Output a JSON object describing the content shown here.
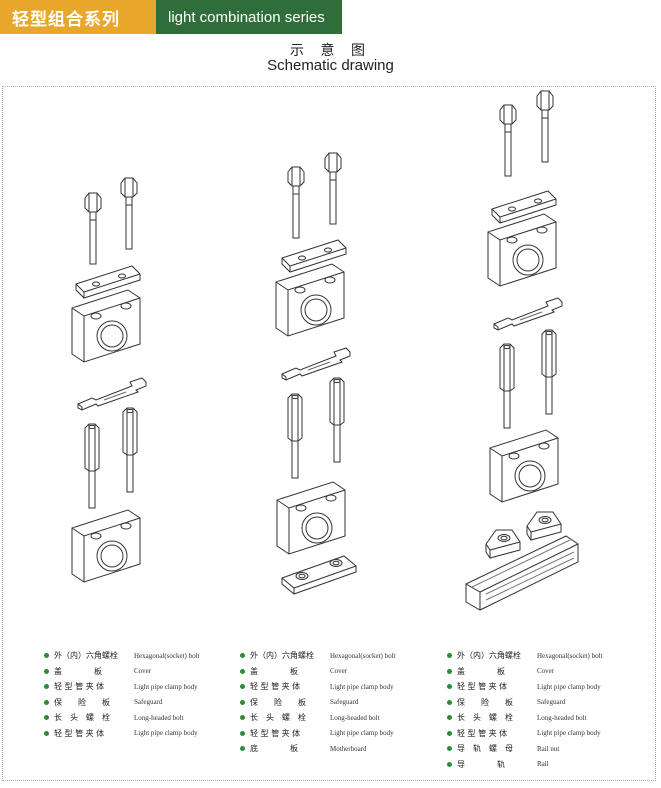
{
  "header": {
    "title_cn": "轻型组合系列",
    "title_en": "light combination series"
  },
  "diagram_title": {
    "cn": "示 意 图",
    "en": "Schematic drawing"
  },
  "colors": {
    "header_orange": "#e8a62a",
    "header_green": "#2f6e3b",
    "bullet_green": "#2f8a3a"
  },
  "legends": [
    {
      "items": [
        {
          "cn": "外（内）六角螺栓",
          "en": "Hexagonal(socket) bolt"
        },
        {
          "cn": "盖　　　　板",
          "en": "Cover"
        },
        {
          "cn": "轻 型 管 夹 体",
          "en": "Light pipe clamp body"
        },
        {
          "cn": "保　　险　　板",
          "en": "Safeguard"
        },
        {
          "cn": "长　头　螺　栓",
          "en": "Long-headed bolt"
        },
        {
          "cn": "轻 型 管 夹 体",
          "en": "Light pipe clamp body"
        }
      ]
    },
    {
      "items": [
        {
          "cn": "外（内）六角螺栓",
          "en": "Hexagonal(socket) bolt"
        },
        {
          "cn": "盖　　　　板",
          "en": "Cover"
        },
        {
          "cn": "轻 型 管 夹 体",
          "en": "Light pipe clamp body"
        },
        {
          "cn": "保　　险　　板",
          "en": "Safeguard"
        },
        {
          "cn": "长　头　螺　栓",
          "en": "Long-headed bolt"
        },
        {
          "cn": "轻 型 管 夹 体",
          "en": "Light pipe clamp body"
        },
        {
          "cn": "底　　　　板",
          "en": "Motherboard"
        }
      ]
    },
    {
      "items": [
        {
          "cn": "外（内）六角螺栓",
          "en": "Hexagonal(socket) bolt"
        },
        {
          "cn": "盖　　　　板",
          "en": "Cover"
        },
        {
          "cn": "轻 型 管 夹 体",
          "en": "Light pipe clamp body"
        },
        {
          "cn": "保　　险　　板",
          "en": "Safeguard"
        },
        {
          "cn": "长　头　螺　栓",
          "en": "Long-headed bolt"
        },
        {
          "cn": "轻 型 管 夹 体",
          "en": "Light pipe clamp body"
        },
        {
          "cn": "导　轨　螺　母",
          "en": "Rail nut"
        },
        {
          "cn": "导　　　　轨",
          "en": "Rail"
        }
      ]
    }
  ]
}
